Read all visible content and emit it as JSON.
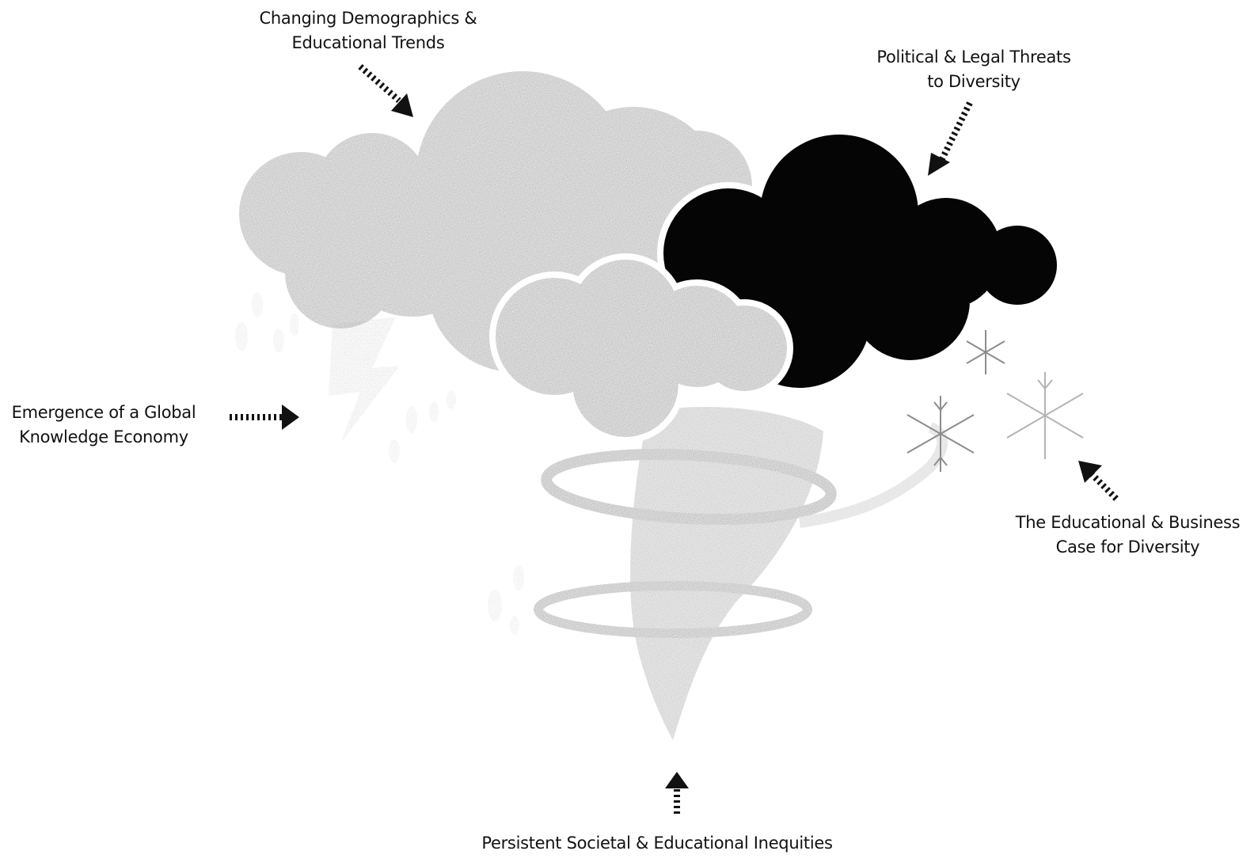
{
  "forces": {
    "demographics": {
      "line1": "Changing Demographics &",
      "line2": "Educational Trends"
    },
    "political": {
      "line1": "Political & Legal Threats",
      "line2": "to Diversity"
    },
    "global": {
      "line1": "Emergence of a Global",
      "line2": "Knowledge Economy"
    },
    "business": {
      "line1": "The Educational & Business",
      "line2": "Case for Diversity"
    },
    "inequities": {
      "line1": "Persistent Societal & Educational Inequities"
    }
  },
  "colors": {
    "gray_cloud": "#a2a2a2",
    "dark_cloud": "#050505",
    "tornado": "#bdbdbd",
    "lightning": "#c8c8c8",
    "snowflake": "#9a9a9a",
    "arrow": "#111111"
  },
  "icons": [
    "storm-cloud-icon",
    "dark-cloud-icon",
    "tornado-icon",
    "lightning-icon",
    "rain-icon",
    "snowflake-icon",
    "dashed-arrow-icon"
  ]
}
